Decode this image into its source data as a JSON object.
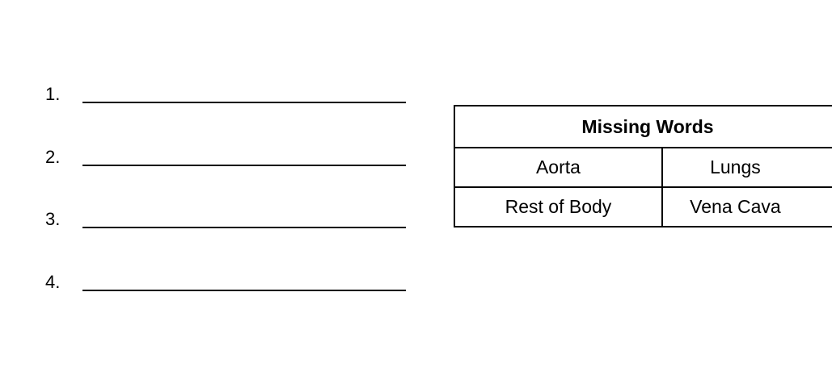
{
  "answers": [
    {
      "number": "1."
    },
    {
      "number": "2."
    },
    {
      "number": "3."
    },
    {
      "number": "4."
    }
  ],
  "word_bank": {
    "title": "Missing Words",
    "rows": [
      [
        "Aorta",
        "Lungs"
      ],
      [
        "Rest of Body",
        "Vena Cava"
      ]
    ]
  }
}
